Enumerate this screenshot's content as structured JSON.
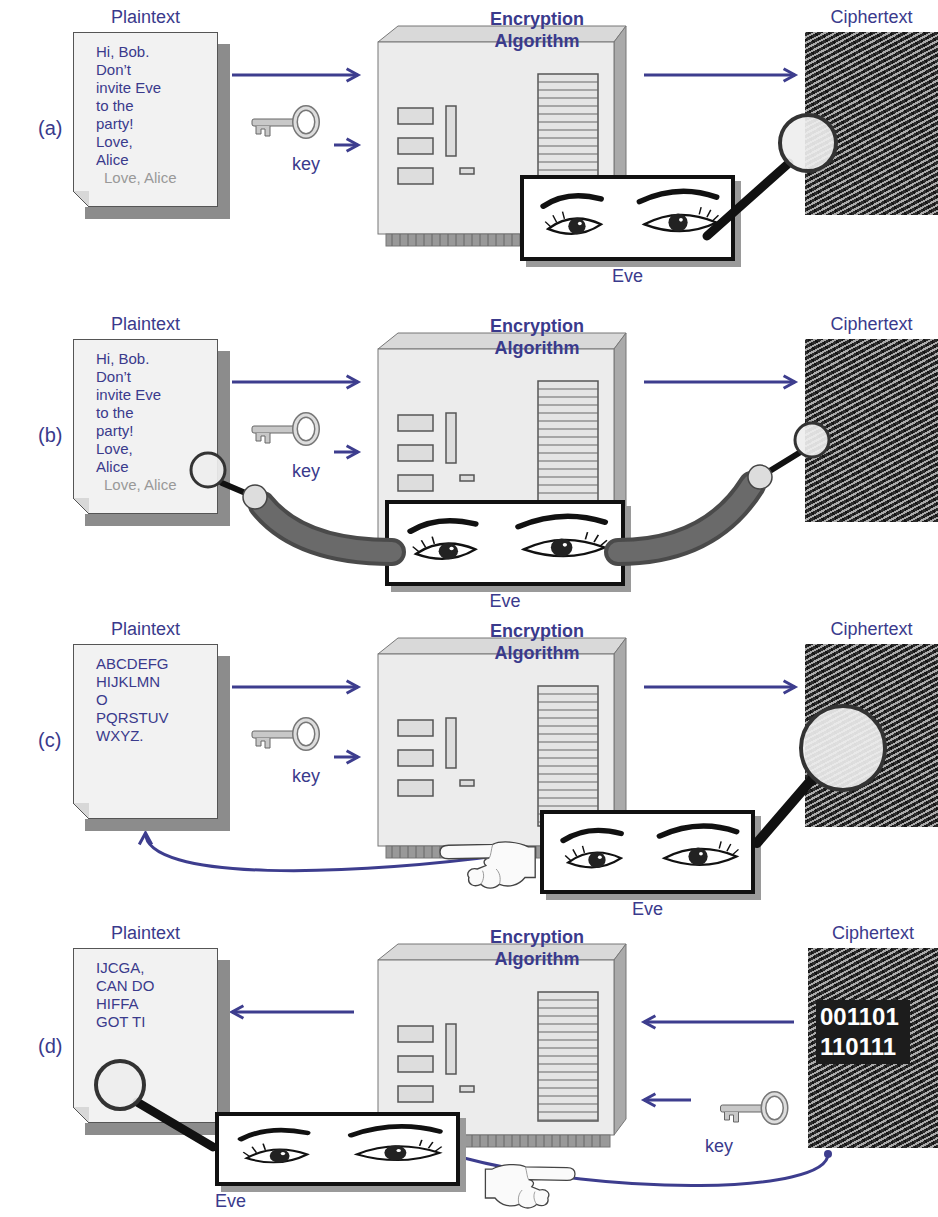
{
  "diagram": {
    "nodes": [
      {
        "text": [
          "Plaintext",
          "Hi, Bob. Don’t invite Eve to the party! Love, Alice",
          "Love, Alice"
        ]
      },
      {
        "text": [
          "key"
        ]
      },
      {
        "text": [
          "Encryption Algorithm"
        ]
      },
      {
        "text": [
          "Ciphertext"
        ]
      },
      {
        "text": [
          "Eve"
        ]
      },
      {
        "text": [
          "Plaintext",
          "Hi, Bob. Don’t invite Eve to the party! Love, Alice",
          "Love, Alice"
        ]
      },
      {
        "text": [
          "key"
        ]
      },
      {
        "text": [
          "Encryption Algorithm"
        ]
      },
      {
        "text": [
          "Ciphertext"
        ]
      },
      {
        "text": [
          "Eve"
        ]
      },
      {
        "text": [
          "Plaintext",
          "ABCDEFG HIJKLMN O PQRSTUV WXYZ."
        ]
      },
      {
        "text": [
          "key"
        ]
      },
      {
        "text": [
          "Encryption Algorithm"
        ]
      },
      {
        "text": [
          "Ciphertext"
        ]
      },
      {
        "text": [
          "Eve"
        ]
      },
      {
        "text": [
          "Plaintext",
          "IJCGA, CAN DO HIFFA GOT TI"
        ]
      },
      {
        "text": [
          "key"
        ]
      },
      {
        "text": [
          "Encryption Algorithm"
        ]
      },
      {
        "text": [
          "Ciphertext",
          "001101 110111"
        ]
      },
      {
        "text": [
          "Eve"
        ]
      }
    ],
    "edges": [
      {
        "from": 0,
        "to": 2,
        "arrow": "to"
      },
      {
        "from": 1,
        "to": 2,
        "arrow": "to"
      },
      {
        "from": 2,
        "to": 3,
        "arrow": "to"
      },
      {
        "from": 5,
        "to": 7,
        "arrow": "to"
      },
      {
        "from": 6,
        "to": 7,
        "arrow": "to"
      },
      {
        "from": 7,
        "to": 8,
        "arrow": "to"
      },
      {
        "from": 10,
        "to": 12,
        "arrow": "to"
      },
      {
        "from": 11,
        "to": 12,
        "arrow": "to"
      },
      {
        "from": 12,
        "to": 13,
        "arrow": "to"
      },
      {
        "from": 14,
        "to": 10,
        "arrow": "to"
      },
      {
        "from": 18,
        "to": 17,
        "arrow": "to"
      },
      {
        "from": 16,
        "to": 17,
        "arrow": "to"
      },
      {
        "from": 17,
        "to": 15,
        "arrow": "to"
      },
      {
        "from": 19,
        "to": 18,
        "arrow": "none"
      }
    ],
    "labels": [
      "(a)",
      "(b)",
      "(c)",
      "(d)"
    ]
  }
}
